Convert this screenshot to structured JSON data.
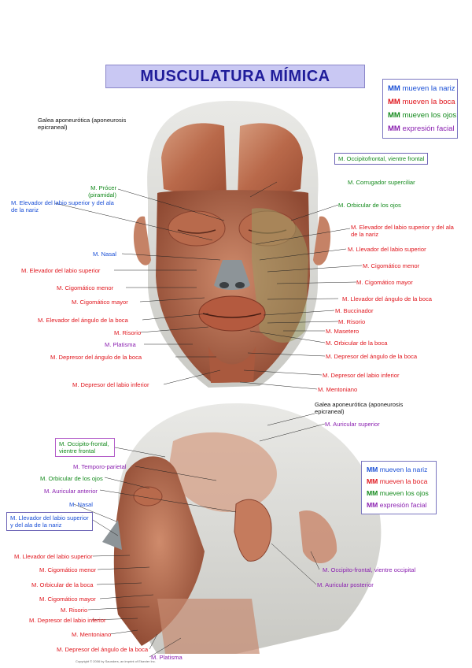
{
  "title": "MUSCULATURA MÍMICA",
  "legend": [
    {
      "mm": "MM",
      "text": "mueven la nariz",
      "color": "#1a4fd6"
    },
    {
      "mm": "MM",
      "text": "mueven la boca",
      "color": "#e0161d"
    },
    {
      "mm": "MM",
      "text": "mueven los ojos",
      "color": "#138a1c"
    },
    {
      "mm": "MM",
      "text": "expresión facial",
      "color": "#8a1fb0"
    }
  ],
  "frontal": {
    "galea_line1": "Galea aponeurótica (aponeurosis",
    "galea_line2": "epicraneal)",
    "occipitofrontal": "M. Occipitofrontal, vientre frontal",
    "procer_line1": "M. Prócer",
    "procer_line2": "(piramidal)",
    "elev_ala_left_line1": "M. Elevador del labio superior y del ala",
    "elev_ala_left_line2": "de la nariz",
    "corrugador": "M. Corrugador superciliar",
    "orbicular_ojos": "M. Orbicular de los ojos",
    "elev_ala_right_line1": "M. Elevador del labio superior y del ala",
    "elev_ala_right_line2": "de la nariz",
    "nasal": "M. Nasal",
    "elev_labio_sup_right": "M. Llevador del labio superior",
    "elev_labio_sup_left": "M. Elevador del labio superior",
    "cigomatico_menor_right": "M. Cigomático menor",
    "cigomatico_menor_left": "M. Cigomático menor",
    "cigomatico_mayor_right": "M. Cigomático mayor",
    "cigomatico_mayor_left": "M. Cigomático mayor",
    "elev_angulo_right": "M. Llevador del ángulo de la boca",
    "elev_angulo_left": "M. Elevador del ángulo de la boca",
    "buccinador": "M. Buccinador",
    "risorio_right": "M. Risorio",
    "risorio_left": "M. Risorio",
    "masetero": "M. Masetero",
    "platisma": "M. Platisma",
    "orbicular_boca": "M. Orbicular de la boca",
    "depresor_angulo_left": "M. Depresor del ángulo de la boca",
    "depresor_angulo_right": "M. Depresor del ángulo de la boca",
    "depresor_labio_inf_right": "M. Depresor del labio inferior",
    "depresor_labio_inf_left": "M. Depresor del labio inferior",
    "mentoniano": "M. Mentoniano"
  },
  "lateral": {
    "galea_line1": "Galea aponeurótica (aponeurosis",
    "galea_line2": "epicraneal)",
    "auricular_superior": "M. Auricular superior",
    "occipito_frontal_line1": "M. Occipito-frontal,",
    "occipito_frontal_line2": "vientre frontal",
    "temporo_parietal": "M. Temporo-parietal",
    "orbicular_ojos": "M. Orbicular de los ojos",
    "auricular_anterior": "M. Auricular anterior",
    "nasal": "M. Nasal",
    "elev_ala_line1": "M. Llevador del labio superior",
    "elev_ala_line2": "y del ala de la nariz",
    "elev_labio_sup": "M. Llevador del labio superior",
    "cigomatico_menor": "M. Cigomático menor",
    "orbicular_boca": "M. Orbicular de la boca",
    "cigomatico_mayor": "M. Cigomático mayor",
    "risorio": "M. Risorio",
    "depresor_labio_inf": "M. Depresor del labio inferior",
    "mentoniano": "M. Mentoniano",
    "depresor_angulo": "M. Depresor del ángulo de la boca",
    "platisma": "M. Platisma",
    "occipital": "M. Occipito-frontal, vientre occipital",
    "auricular_posterior": "M. Auricular posterior"
  },
  "colors": {
    "title_bg": "#c9c8f3",
    "title_text": "#1f1c9a",
    "nose": "#1a4fd6",
    "mouth": "#e0161d",
    "eyes": "#138a1c",
    "expression": "#8a1fb0",
    "muscle": "#c07a5c",
    "fascia": "#dcdcd8"
  },
  "copyright": "Copyright © 2006 by Saunders, an imprint of Elsevier Inc."
}
